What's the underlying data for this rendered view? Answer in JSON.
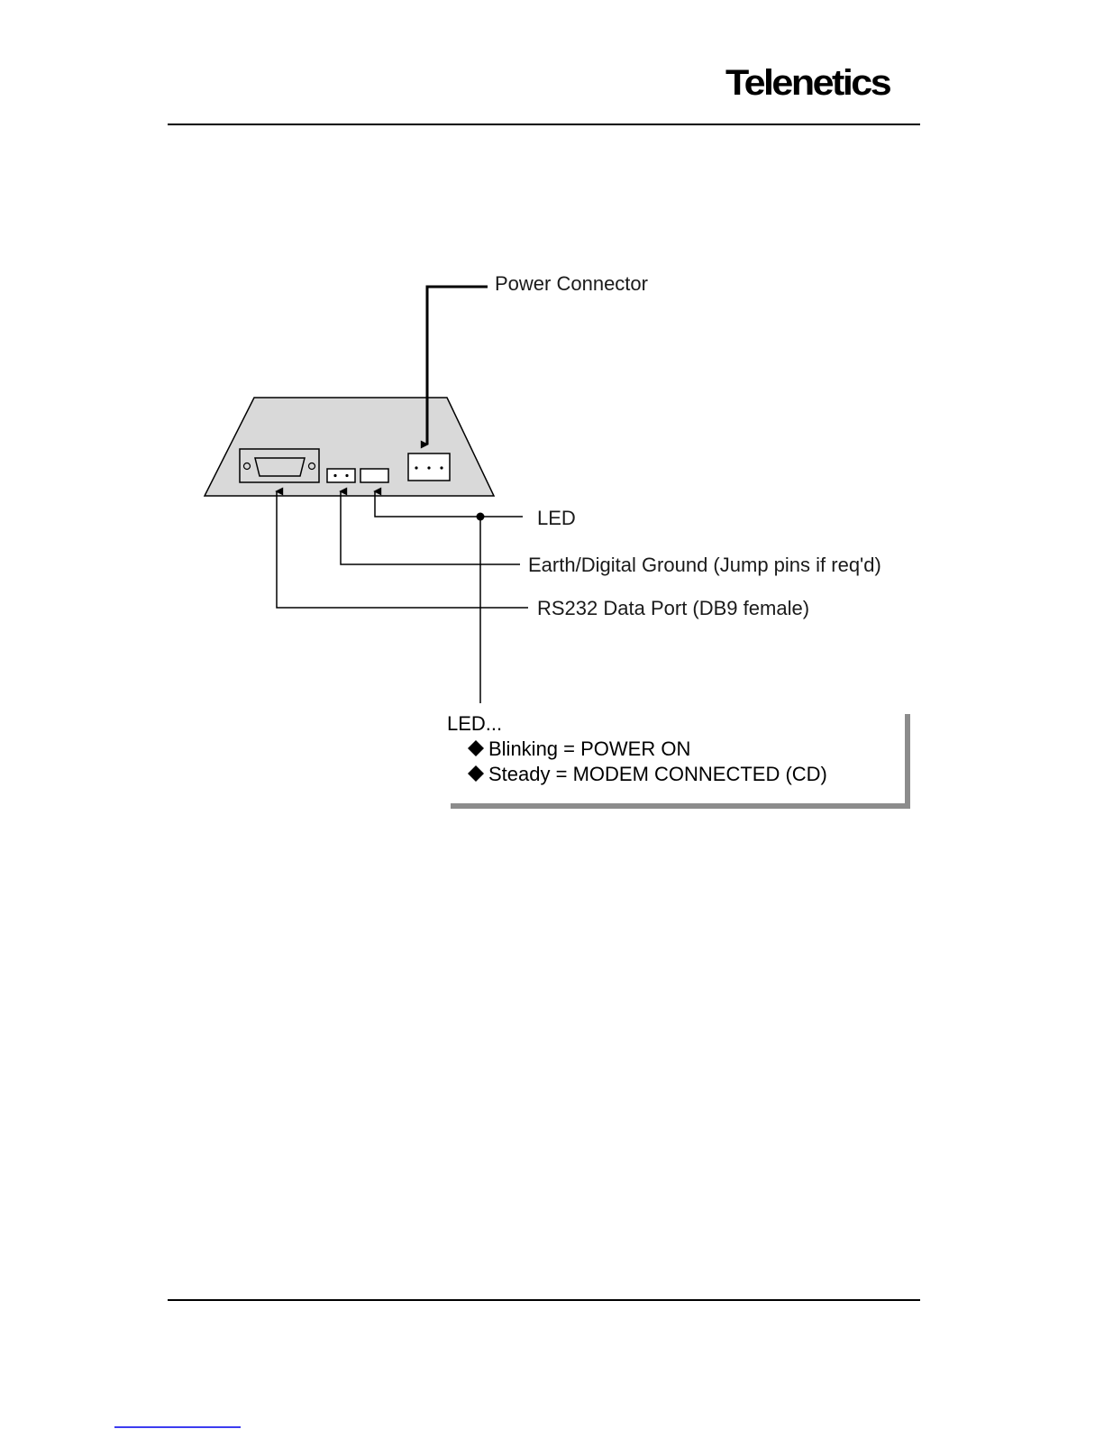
{
  "header": {
    "brand": "Telenetics"
  },
  "diagram": {
    "callouts": {
      "power_connector": "Power Connector",
      "led": "LED",
      "earth_ground": "Earth/Digital Ground (Jump pins if req'd)",
      "rs232_port": "RS232 Data Port (DB9 female)"
    },
    "led_legend": {
      "title": "LED...",
      "items": [
        "Blinking = POWER ON",
        "Steady = MODEM CONNECTED (CD)"
      ]
    }
  },
  "colors": {
    "ink": "#000000",
    "device_fill": "#d9d9d9",
    "legend_shadow": "#8c8c8c",
    "page_mark": "#3d3df0"
  }
}
